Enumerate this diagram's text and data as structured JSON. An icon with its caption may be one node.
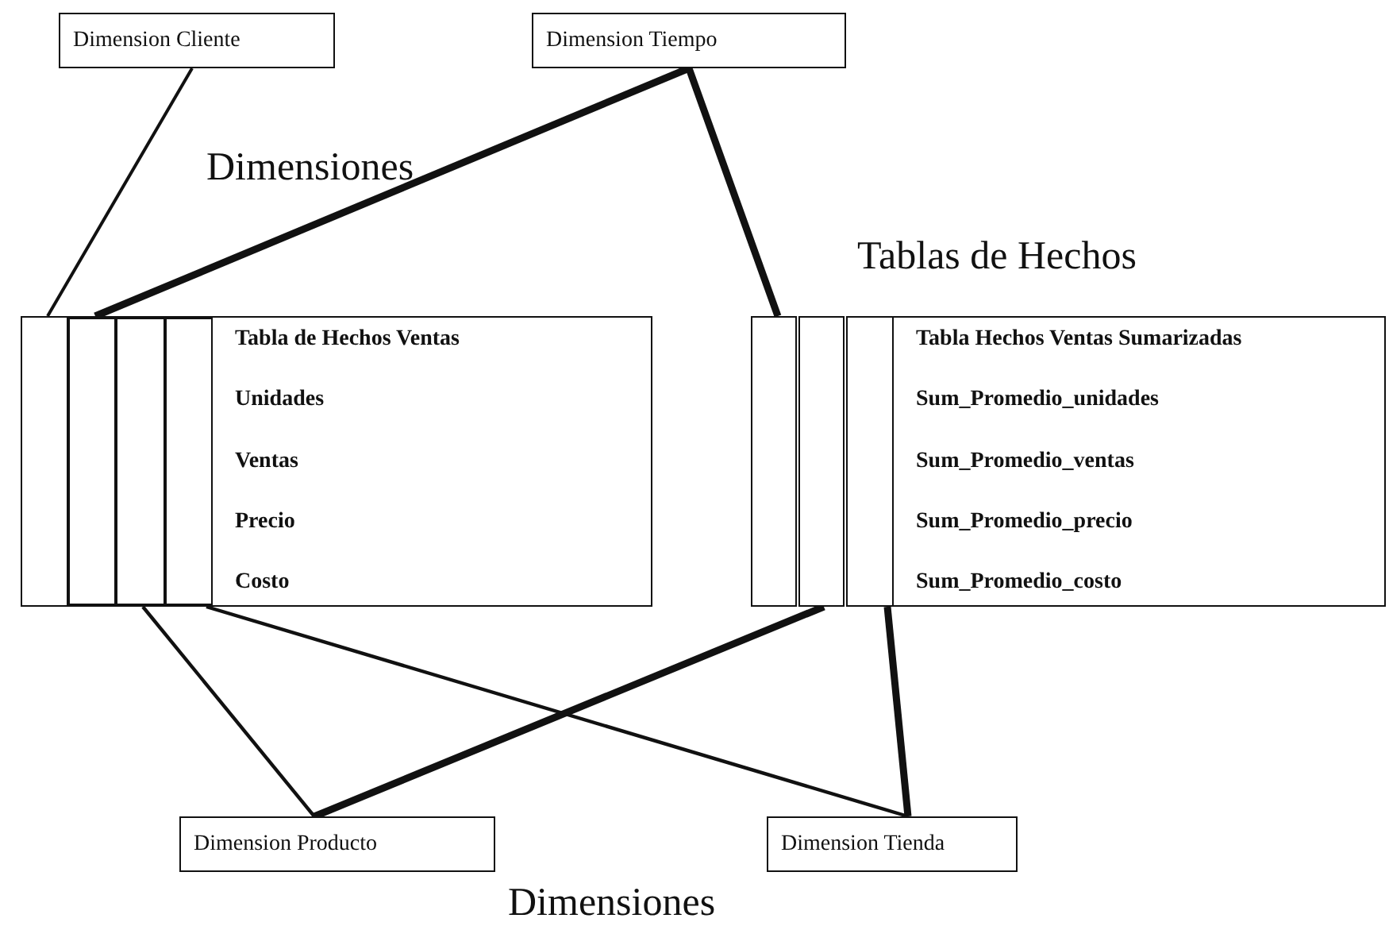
{
  "diagram": {
    "nodes": [
      {
        "text": [
          "Dimension Cliente"
        ]
      },
      {
        "text": [
          "Dimension Tiempo"
        ]
      },
      {
        "text": [],
        "shape": "box"
      },
      {
        "text": [],
        "shape": "box"
      },
      {
        "text": [],
        "shape": "box"
      },
      {
        "text": [],
        "shape": "box"
      },
      {
        "text": [
          "Tabla de Hechos Ventas",
          "Unidades",
          "Ventas",
          "Precio",
          "Costo"
        ]
      },
      {
        "text": [],
        "shape": "box"
      },
      {
        "text": [],
        "shape": "box"
      },
      {
        "text": [],
        "shape": "box"
      },
      {
        "text": [
          "Tabla Hechos Ventas Sumarizadas",
          "Sum_Promedio_unidades",
          "Sum_Promedio_ventas",
          "Sum_Promedio_precio",
          "Sum_Promedio_costo"
        ]
      },
      {
        "text": [
          "Dimension Producto"
        ]
      },
      {
        "text": [
          "Dimension Tienda"
        ]
      }
    ],
    "edges": [
      {
        "from": 0,
        "to": 2,
        "arrow": "none"
      },
      {
        "from": 1,
        "to": 3,
        "arrow": "none"
      },
      {
        "from": 1,
        "to": 7,
        "arrow": "none"
      },
      {
        "from": 11,
        "to": 4,
        "arrow": "none"
      },
      {
        "from": 11,
        "to": 8,
        "arrow": "none"
      },
      {
        "from": 12,
        "to": 5,
        "arrow": "none"
      },
      {
        "from": 12,
        "to": 9,
        "arrow": "none"
      }
    ],
    "labels": [
      "Dimensiones",
      "Tablas de Hechos",
      "Dimensiones"
    ]
  }
}
